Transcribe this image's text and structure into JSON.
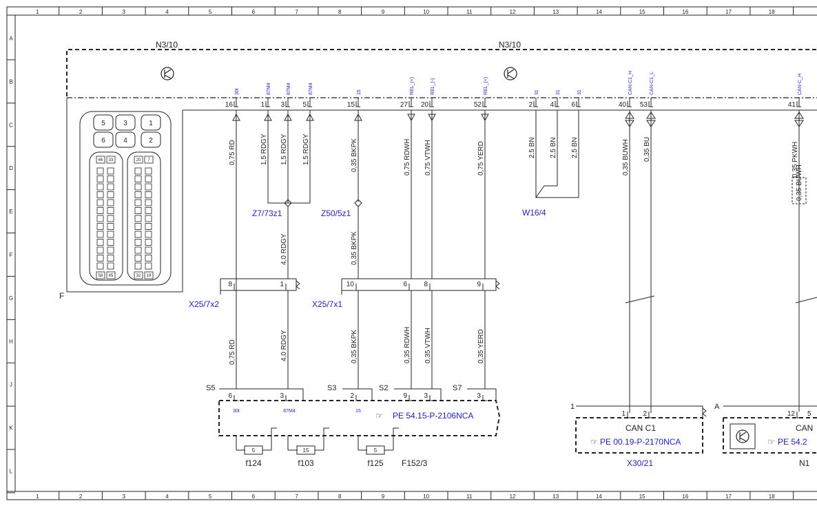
{
  "frame": {
    "columns": [
      "1",
      "2",
      "3",
      "4",
      "5",
      "6",
      "7",
      "8",
      "9",
      "10",
      "11",
      "12",
      "13",
      "14",
      "15",
      "16",
      "17",
      "18"
    ],
    "rows": [
      "A",
      "B",
      "C",
      "D",
      "E",
      "F",
      "G",
      "H",
      "J",
      "K",
      "L"
    ]
  },
  "module": {
    "label_left": "N3/10",
    "label_right": "N3/10",
    "corner_label": "F",
    "connector_upper": [
      "5",
      "3",
      "1",
      "6",
      "4",
      "2"
    ],
    "connector_lower": [
      "46",
      "33",
      "20",
      "7",
      "58",
      "45",
      "32",
      "19"
    ]
  },
  "module_pins": [
    {
      "pin": "16",
      "signal": "30t"
    },
    {
      "pin": "1",
      "signal": "87M4"
    },
    {
      "pin": "3",
      "signal": "87M4"
    },
    {
      "pin": "5",
      "signal": "87M4"
    },
    {
      "pin": "15",
      "signal": "15"
    },
    {
      "pin": "27",
      "signal": "REL_(+)"
    },
    {
      "pin": "20",
      "signal": "REL_(-)"
    },
    {
      "pin": "52",
      "signal": "REL_(+)"
    },
    {
      "pin": "2",
      "signal": "31"
    },
    {
      "pin": "4",
      "signal": "31"
    },
    {
      "pin": "6",
      "signal": "31"
    },
    {
      "pin": "40",
      "signal": "CAN-C1_H"
    },
    {
      "pin": "53",
      "signal": "CAN-C1_L"
    },
    {
      "pin": "41",
      "signal": "CAN-C_H"
    }
  ],
  "wires_upper": [
    "0,75 RD",
    "1,5 RDGY",
    "1,5 RDGY",
    "1,5 RDGY",
    "0,35 BKPK",
    "0,75 RDWH",
    "0,75 VTWH",
    "0,75 YERD",
    "2,5 BN",
    "2,5 BN",
    "2,5 BN",
    "0,35 BUWH",
    "0,35 BU",
    "0,35 PKWH",
    "0,35 BUWH"
  ],
  "wires_mid": [
    "4,0 RDGY",
    "0,35 BKPK"
  ],
  "wires_lower": [
    "0,75 RD",
    "4,0 RDGY",
    "0,35 BKPK",
    "0,35 RDWH",
    "0,35 VTWH",
    "0,35 YERD"
  ],
  "splices": [
    "Z7/73z1",
    "Z50/5z1",
    "W16/4"
  ],
  "connectors": [
    {
      "name": "X25/7x2",
      "pins": [
        "8",
        "1"
      ]
    },
    {
      "name": "X25/7x1",
      "pins": [
        "10",
        "6",
        "8",
        "9"
      ]
    }
  ],
  "sam": {
    "sections": [
      "S5",
      "S3",
      "S2",
      "S7"
    ],
    "pins": [
      "6",
      "3",
      "2",
      "9",
      "3",
      "3"
    ],
    "pin_signals": [
      "30t",
      "87M4",
      "15"
    ],
    "ref": "PE 54.15-P-2106NCA",
    "fuses": [
      {
        "rating": "5",
        "name": "f124"
      },
      {
        "rating": "15",
        "name": "f103"
      },
      {
        "rating": "5",
        "name": "f125"
      }
    ],
    "label": "F152/3"
  },
  "can_box": {
    "corner": "1",
    "pins": [
      "1",
      "2"
    ],
    "title": "CAN C1",
    "ref": "PE 00.19-P-2170NCA",
    "name": "X30/21"
  },
  "right_box": {
    "corner": "A",
    "pins": [
      "12",
      "5"
    ],
    "title": "CAN",
    "ref": "PE 54.2",
    "name": "N1"
  }
}
